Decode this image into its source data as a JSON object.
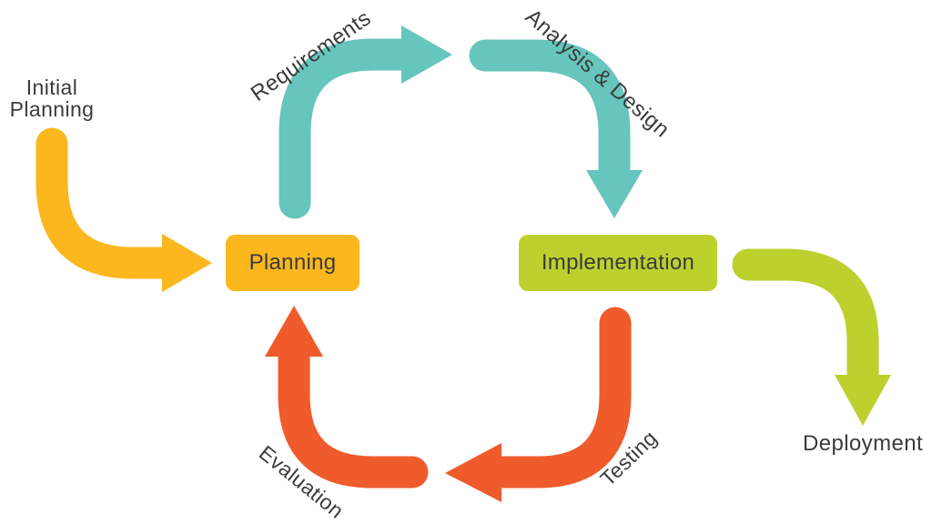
{
  "diagram": {
    "type": "iterative-development-cycle-flowchart",
    "background": "#ffffff",
    "colors": {
      "yellow": "#fbb71d",
      "teal": "#66c5bc",
      "lime": "#bdd02e",
      "orange": "#f05b2b",
      "text": "#3b3b3b"
    },
    "boxes": [
      {
        "id": "planning",
        "label": "Planning",
        "color": "#fbb71d"
      },
      {
        "id": "implementation",
        "label": "Implementation",
        "color": "#bdd02e"
      }
    ],
    "labels": {
      "initial_planning_line1": "Initial",
      "initial_planning_line2": "Planning",
      "requirements": "Requirements",
      "analysis_design": "Analysis & Design",
      "deployment": "Deployment",
      "testing": "Testing",
      "evaluation": "Evaluation"
    },
    "arrows": [
      {
        "id": "initial-planning-arrow",
        "color": "#fbb71d",
        "from": "Initial Planning",
        "to": "Planning"
      },
      {
        "id": "requirements-arrow",
        "color": "#66c5bc",
        "from": "Planning",
        "label": "Requirements"
      },
      {
        "id": "analysis-design-arrow",
        "color": "#66c5bc",
        "to": "Implementation",
        "label": "Analysis & Design"
      },
      {
        "id": "deployment-arrow",
        "color": "#bdd02e",
        "from": "Implementation",
        "to": "Deployment"
      },
      {
        "id": "testing-arrow",
        "color": "#f05b2b",
        "from": "Implementation",
        "label": "Testing"
      },
      {
        "id": "evaluation-arrow",
        "color": "#f05b2b",
        "to": "Planning",
        "label": "Evaluation"
      }
    ]
  }
}
